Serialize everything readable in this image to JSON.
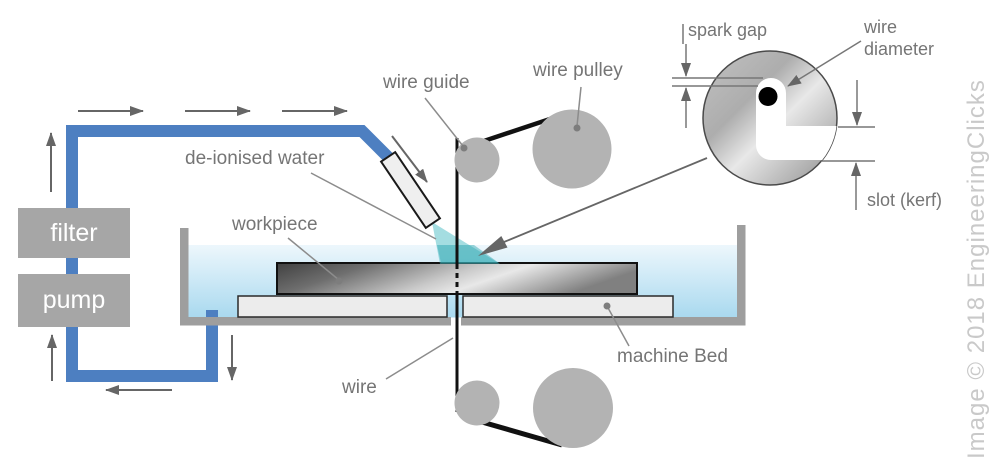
{
  "labels": {
    "filter": "filter",
    "pump": "pump",
    "deionised_water": "de-ionised water",
    "workpiece": "workpiece",
    "wire_guide": "wire guide",
    "wire_pulley": "wire pulley",
    "wire": "wire",
    "machine_bed": "machine Bed",
    "spark_gap": "spark gap",
    "wire_diameter_line1": "wire",
    "wire_diameter_line2": "diameter",
    "slot_kerf": "slot (kerf)"
  },
  "watermark": "Image © 2018 EngineeringClicks",
  "colors": {
    "pipe_blue": "#4d7fc1",
    "water_top": "#edf7fc",
    "water_bottom": "#a9d9ef",
    "spray_teal": "#49bcc4",
    "spray_teal_dark": "#2aa5ae",
    "tank_gray": "#9e9e9e",
    "box_gray": "#a6a6a6",
    "pulley_gray": "#b3b3b3",
    "label_gray": "#757575",
    "leader_gray": "#8c8c8c",
    "arrow_gray": "#666666",
    "wire_black": "#111111",
    "watermark_gray": "#c9c9c9"
  }
}
